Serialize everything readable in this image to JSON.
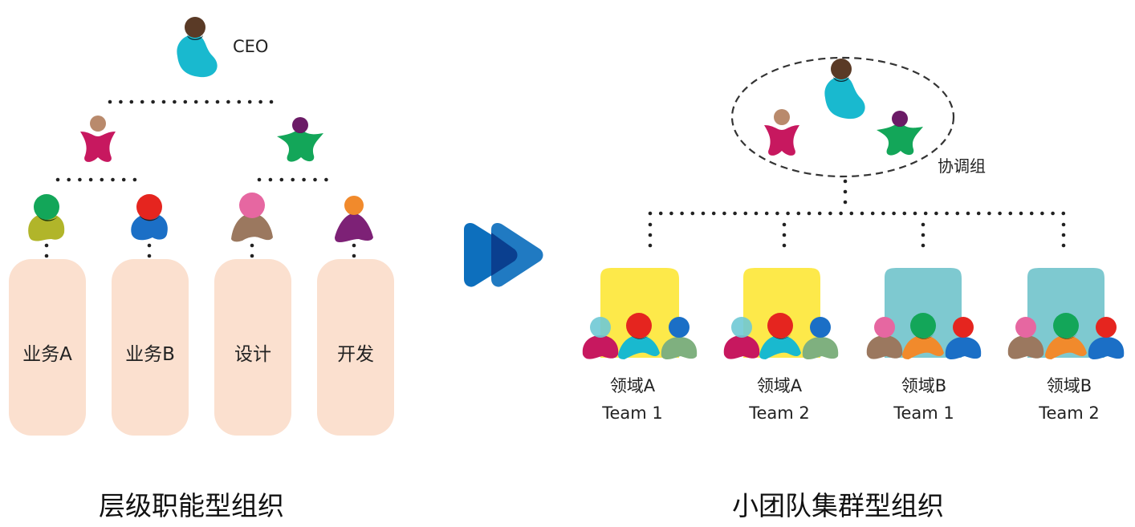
{
  "left": {
    "ceo_label": "CEO",
    "departments": [
      "业务A",
      "业务B",
      "设计",
      "开发"
    ],
    "caption": "层级职能型组织"
  },
  "right": {
    "coordination_label": "协调组",
    "teams": [
      {
        "domain": "领域A",
        "name": "Team 1"
      },
      {
        "domain": "领域A",
        "name": "Team 2"
      },
      {
        "domain": "领域B",
        "name": "Team 1"
      },
      {
        "domain": "领域B",
        "name": "Team 2"
      }
    ],
    "caption": "小团队集群型组织"
  },
  "colors": {
    "ceo_body": "#19b9cf",
    "ceo_head": "#5a3a26",
    "dept_bg": "#fbe0cf",
    "domain_a_bg": "#fde94a",
    "domain_b_bg": "#7ec9d0",
    "arrow": "#0d6fbd",
    "dots": "#222222"
  }
}
